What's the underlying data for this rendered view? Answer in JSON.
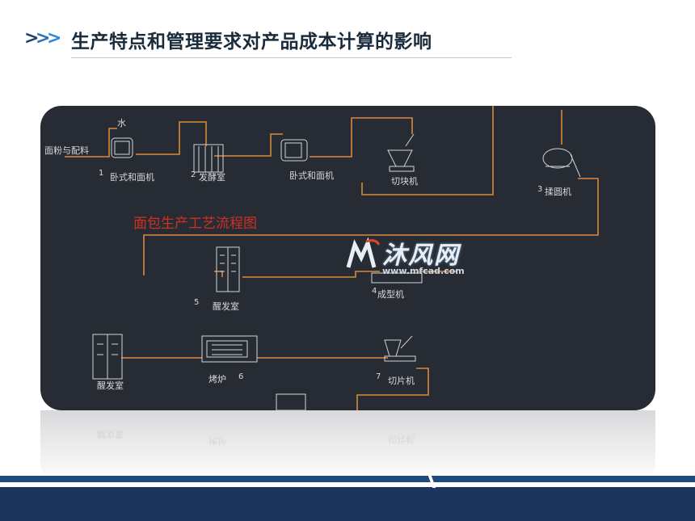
{
  "header": {
    "title": "生产特点和管理要求对产品成本计算的影响",
    "chevrons": [
      ">",
      ">",
      ">"
    ]
  },
  "colors": {
    "chevron_dark": "#1f3f6e",
    "chevron_light": "#2e86de",
    "panel_bg": "#272c34",
    "flow_line": "#d98a3a",
    "flow_title": "#d03020",
    "band_blue": "#1b355c"
  },
  "diagram": {
    "flow_title": "面包生产工艺流程图",
    "input_label": "面粉与配料",
    "water_label": "水",
    "labels": {
      "mixer1": "卧式和面机",
      "ferment": "发酵室",
      "mixer2": "卧式和面机",
      "cutter": "切块机",
      "rounder": "揉圆机",
      "proof1": "醒发室",
      "former": "成型机",
      "proof2": "醒发室",
      "oven": "烤炉",
      "slicer": "切片机"
    },
    "numbers": {
      "mixer1": "1",
      "ferment": "2",
      "rounder": "3",
      "former": "4",
      "proof1": "5",
      "oven": "6",
      "slicer": "7"
    },
    "watermark": {
      "brand": "沐风网",
      "url": "www.mfcad.com"
    }
  }
}
